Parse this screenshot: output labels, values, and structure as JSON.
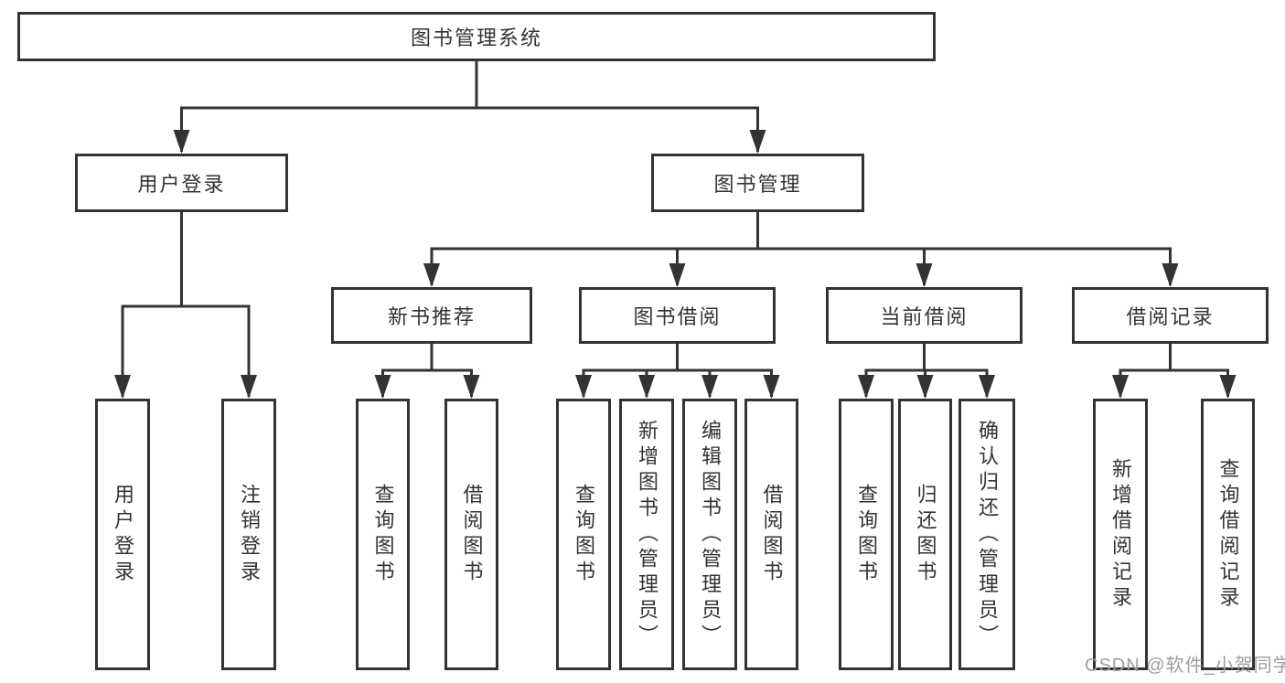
{
  "diagram": {
    "root": {
      "label": "图书管理系统"
    },
    "branches": [
      {
        "label": "用户登录",
        "children": [
          {
            "label": "用户登录"
          },
          {
            "label": "注销登录"
          }
        ]
      },
      {
        "label": "图书管理",
        "children": [
          {
            "label": "新书推荐",
            "children": [
              {
                "label": "查询图书"
              },
              {
                "label": "借阅图书"
              }
            ]
          },
          {
            "label": "图书借阅",
            "children": [
              {
                "label": "查询图书"
              },
              {
                "label": "新增图书（管理员）"
              },
              {
                "label": "编辑图书（管理员）"
              },
              {
                "label": "借阅图书"
              }
            ]
          },
          {
            "label": "当前借阅",
            "children": [
              {
                "label": "查询图书"
              },
              {
                "label": "归还图书"
              },
              {
                "label": "确认归还（管理员）"
              }
            ]
          },
          {
            "label": "借阅记录",
            "children": [
              {
                "label": "新增借阅记录"
              },
              {
                "label": "查询借阅记录"
              }
            ]
          }
        ]
      }
    ]
  },
  "watermark": {
    "text": "CSDN @软件_小贺同学"
  },
  "colors": {
    "line": "#333333",
    "text": "#333333",
    "watermark": "#9e9e9e",
    "background": "#ffffff"
  }
}
